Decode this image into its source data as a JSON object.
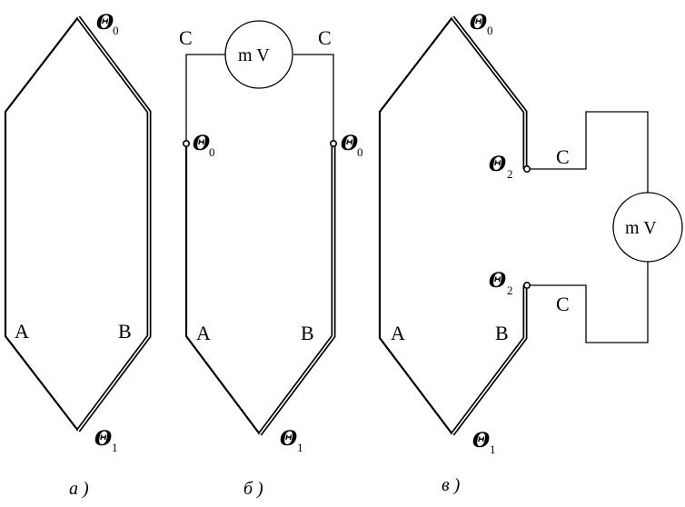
{
  "panel_a": {
    "wire_a_label": "A",
    "wire_b_label": "B",
    "top_junction": {
      "symbol": "Θ",
      "sub": "0"
    },
    "bottom_junction": {
      "symbol": "Θ",
      "sub": "1"
    },
    "caption": "а )"
  },
  "panel_b": {
    "wire_a_label": "A",
    "wire_b_label": "B",
    "left_c_label": "C",
    "right_c_label": "C",
    "meter_label": "m V",
    "left_junction": {
      "symbol": "Θ",
      "sub": "0"
    },
    "right_junction": {
      "symbol": "Θ",
      "sub": "0"
    },
    "bottom_junction": {
      "symbol": "Θ",
      "sub": "1"
    },
    "caption": "б )"
  },
  "panel_c": {
    "wire_a_label": "A",
    "wire_b_label": "B",
    "upper_c_label": "C",
    "lower_c_label": "C",
    "meter_label": "m V",
    "top_junction": {
      "symbol": "Θ",
      "sub": "0"
    },
    "upper_junction": {
      "symbol": "Θ",
      "sub": "2"
    },
    "lower_junction": {
      "symbol": "Θ",
      "sub": "2"
    },
    "bottom_junction": {
      "symbol": "Θ",
      "sub": "1"
    },
    "caption": "в )"
  }
}
